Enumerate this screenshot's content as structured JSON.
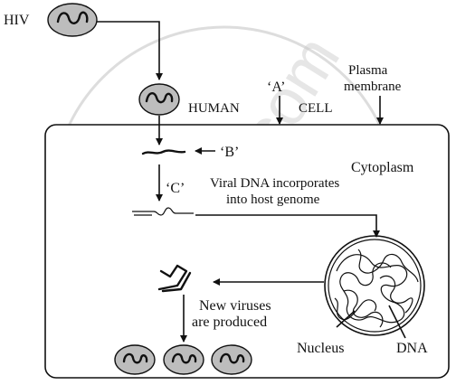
{
  "labels": {
    "hiv": "HIV",
    "human": "HUMAN",
    "a": "‘A’",
    "cell": "CELL",
    "plasma_line1": "Plasma",
    "plasma_line2": "membrane",
    "b": "‘B’",
    "cytoplasm": "Cytoplasm",
    "c": "‘C’",
    "viral_line1": "Viral DNA incorporates",
    "viral_line2": "into host genome",
    "new_line1": "New viruses",
    "new_line2": "are produced",
    "nucleus": "Nucleus",
    "dna": "DNA"
  },
  "watermark": {
    "text": "shaalaa.com",
    "color": "#c8c8c8"
  },
  "colors": {
    "ink": "#111111",
    "virus_fill": "#bdbdbd",
    "background": "#ffffff"
  }
}
